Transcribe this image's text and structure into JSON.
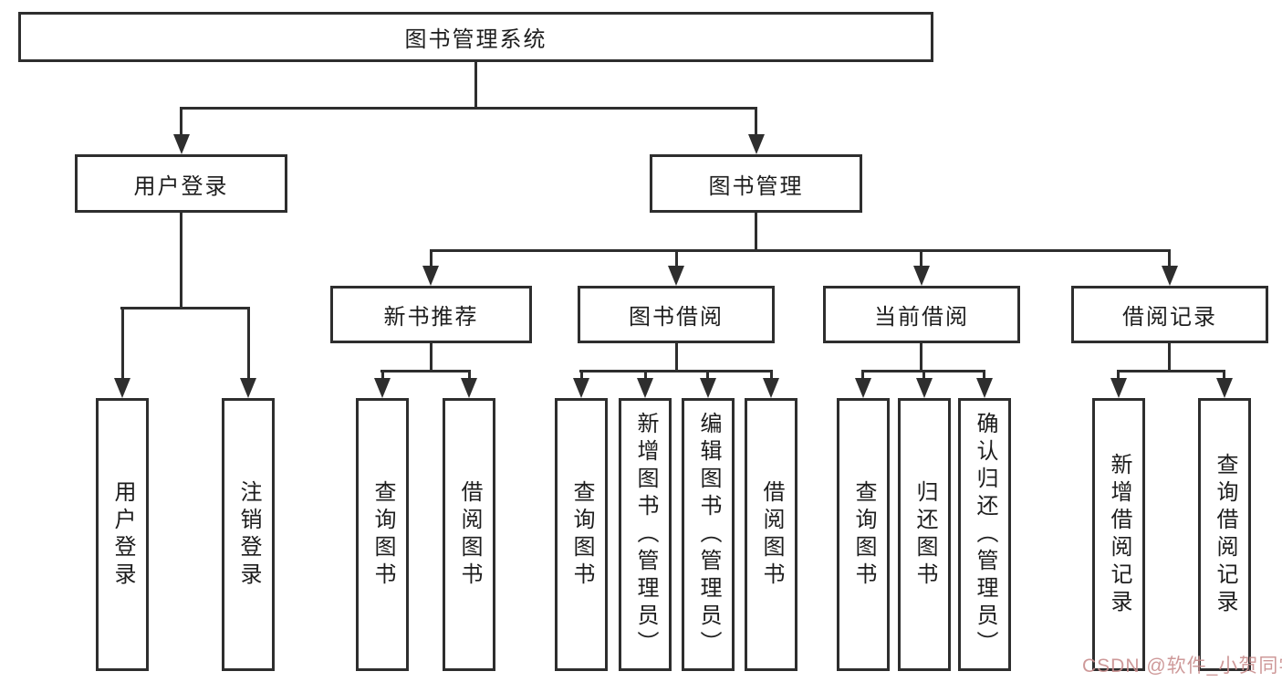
{
  "tree": {
    "label": "图书管理系统",
    "children": [
      {
        "label": "用户登录",
        "children": [
          {
            "label": "用户登录"
          },
          {
            "label": "注销登录"
          }
        ]
      },
      {
        "label": "图书管理",
        "children": [
          {
            "label": "新书推荐",
            "children": [
              {
                "label": "查询图书"
              },
              {
                "label": "借阅图书"
              }
            ]
          },
          {
            "label": "图书借阅",
            "children": [
              {
                "label": "查询图书"
              },
              {
                "label": "新增图书（管理员）"
              },
              {
                "label": "编辑图书（管理员）"
              },
              {
                "label": "借阅图书"
              }
            ]
          },
          {
            "label": "当前借阅",
            "children": [
              {
                "label": "查询图书"
              },
              {
                "label": "归还图书"
              },
              {
                "label": "确认归还（管理员）"
              }
            ]
          },
          {
            "label": "借阅记录",
            "children": [
              {
                "label": "新增借阅记录"
              },
              {
                "label": "查询借阅记录"
              }
            ]
          }
        ]
      }
    ]
  },
  "watermark": "CSDN @软件_小贺同学",
  "colors": {
    "line": "#2e2e2e",
    "background": "#ffffff",
    "watermark": "#c98f8f"
  }
}
